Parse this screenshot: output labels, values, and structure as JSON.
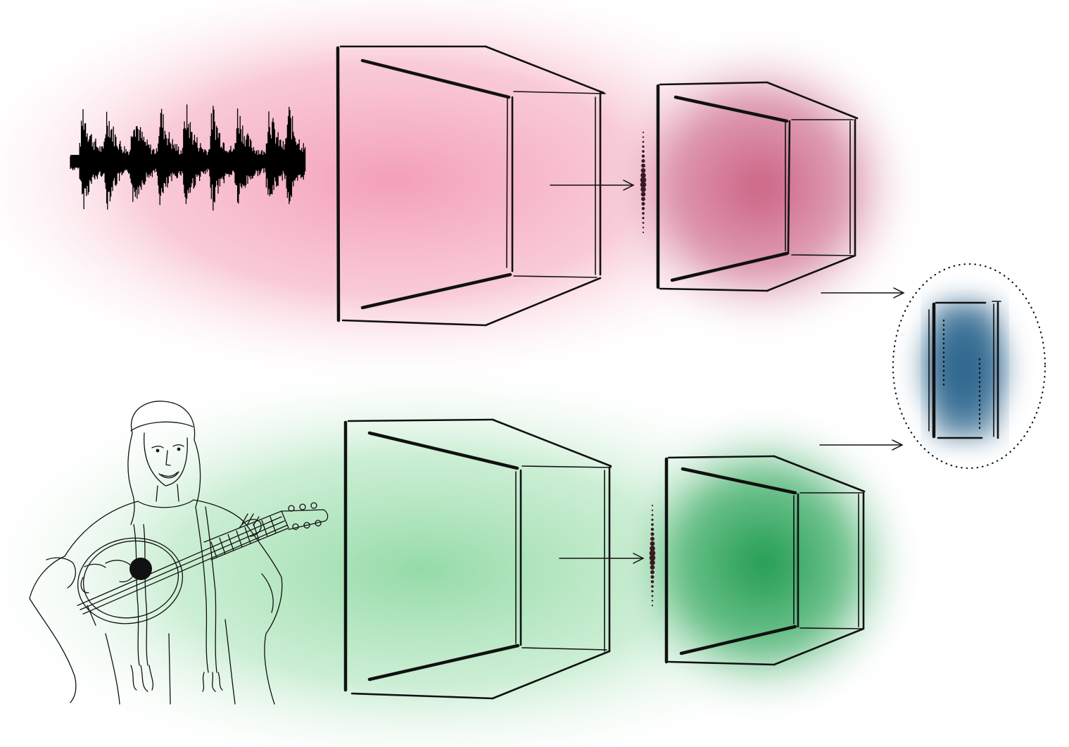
{
  "diagram": {
    "colors": {
      "audio_branch": "#f39ab4",
      "audio_branch_deep": "#c9587c",
      "image_branch": "#8fd9a3",
      "image_branch_deep": "#1e9a4f",
      "fusion": "#2a6289",
      "background": "#ffffff",
      "ink": "#111111"
    },
    "icons": {
      "audio_input": "waveform-icon",
      "image_input": "lute-player-illustration",
      "encoder": "frustum-block",
      "fusion": "dotted-ellipse"
    }
  }
}
